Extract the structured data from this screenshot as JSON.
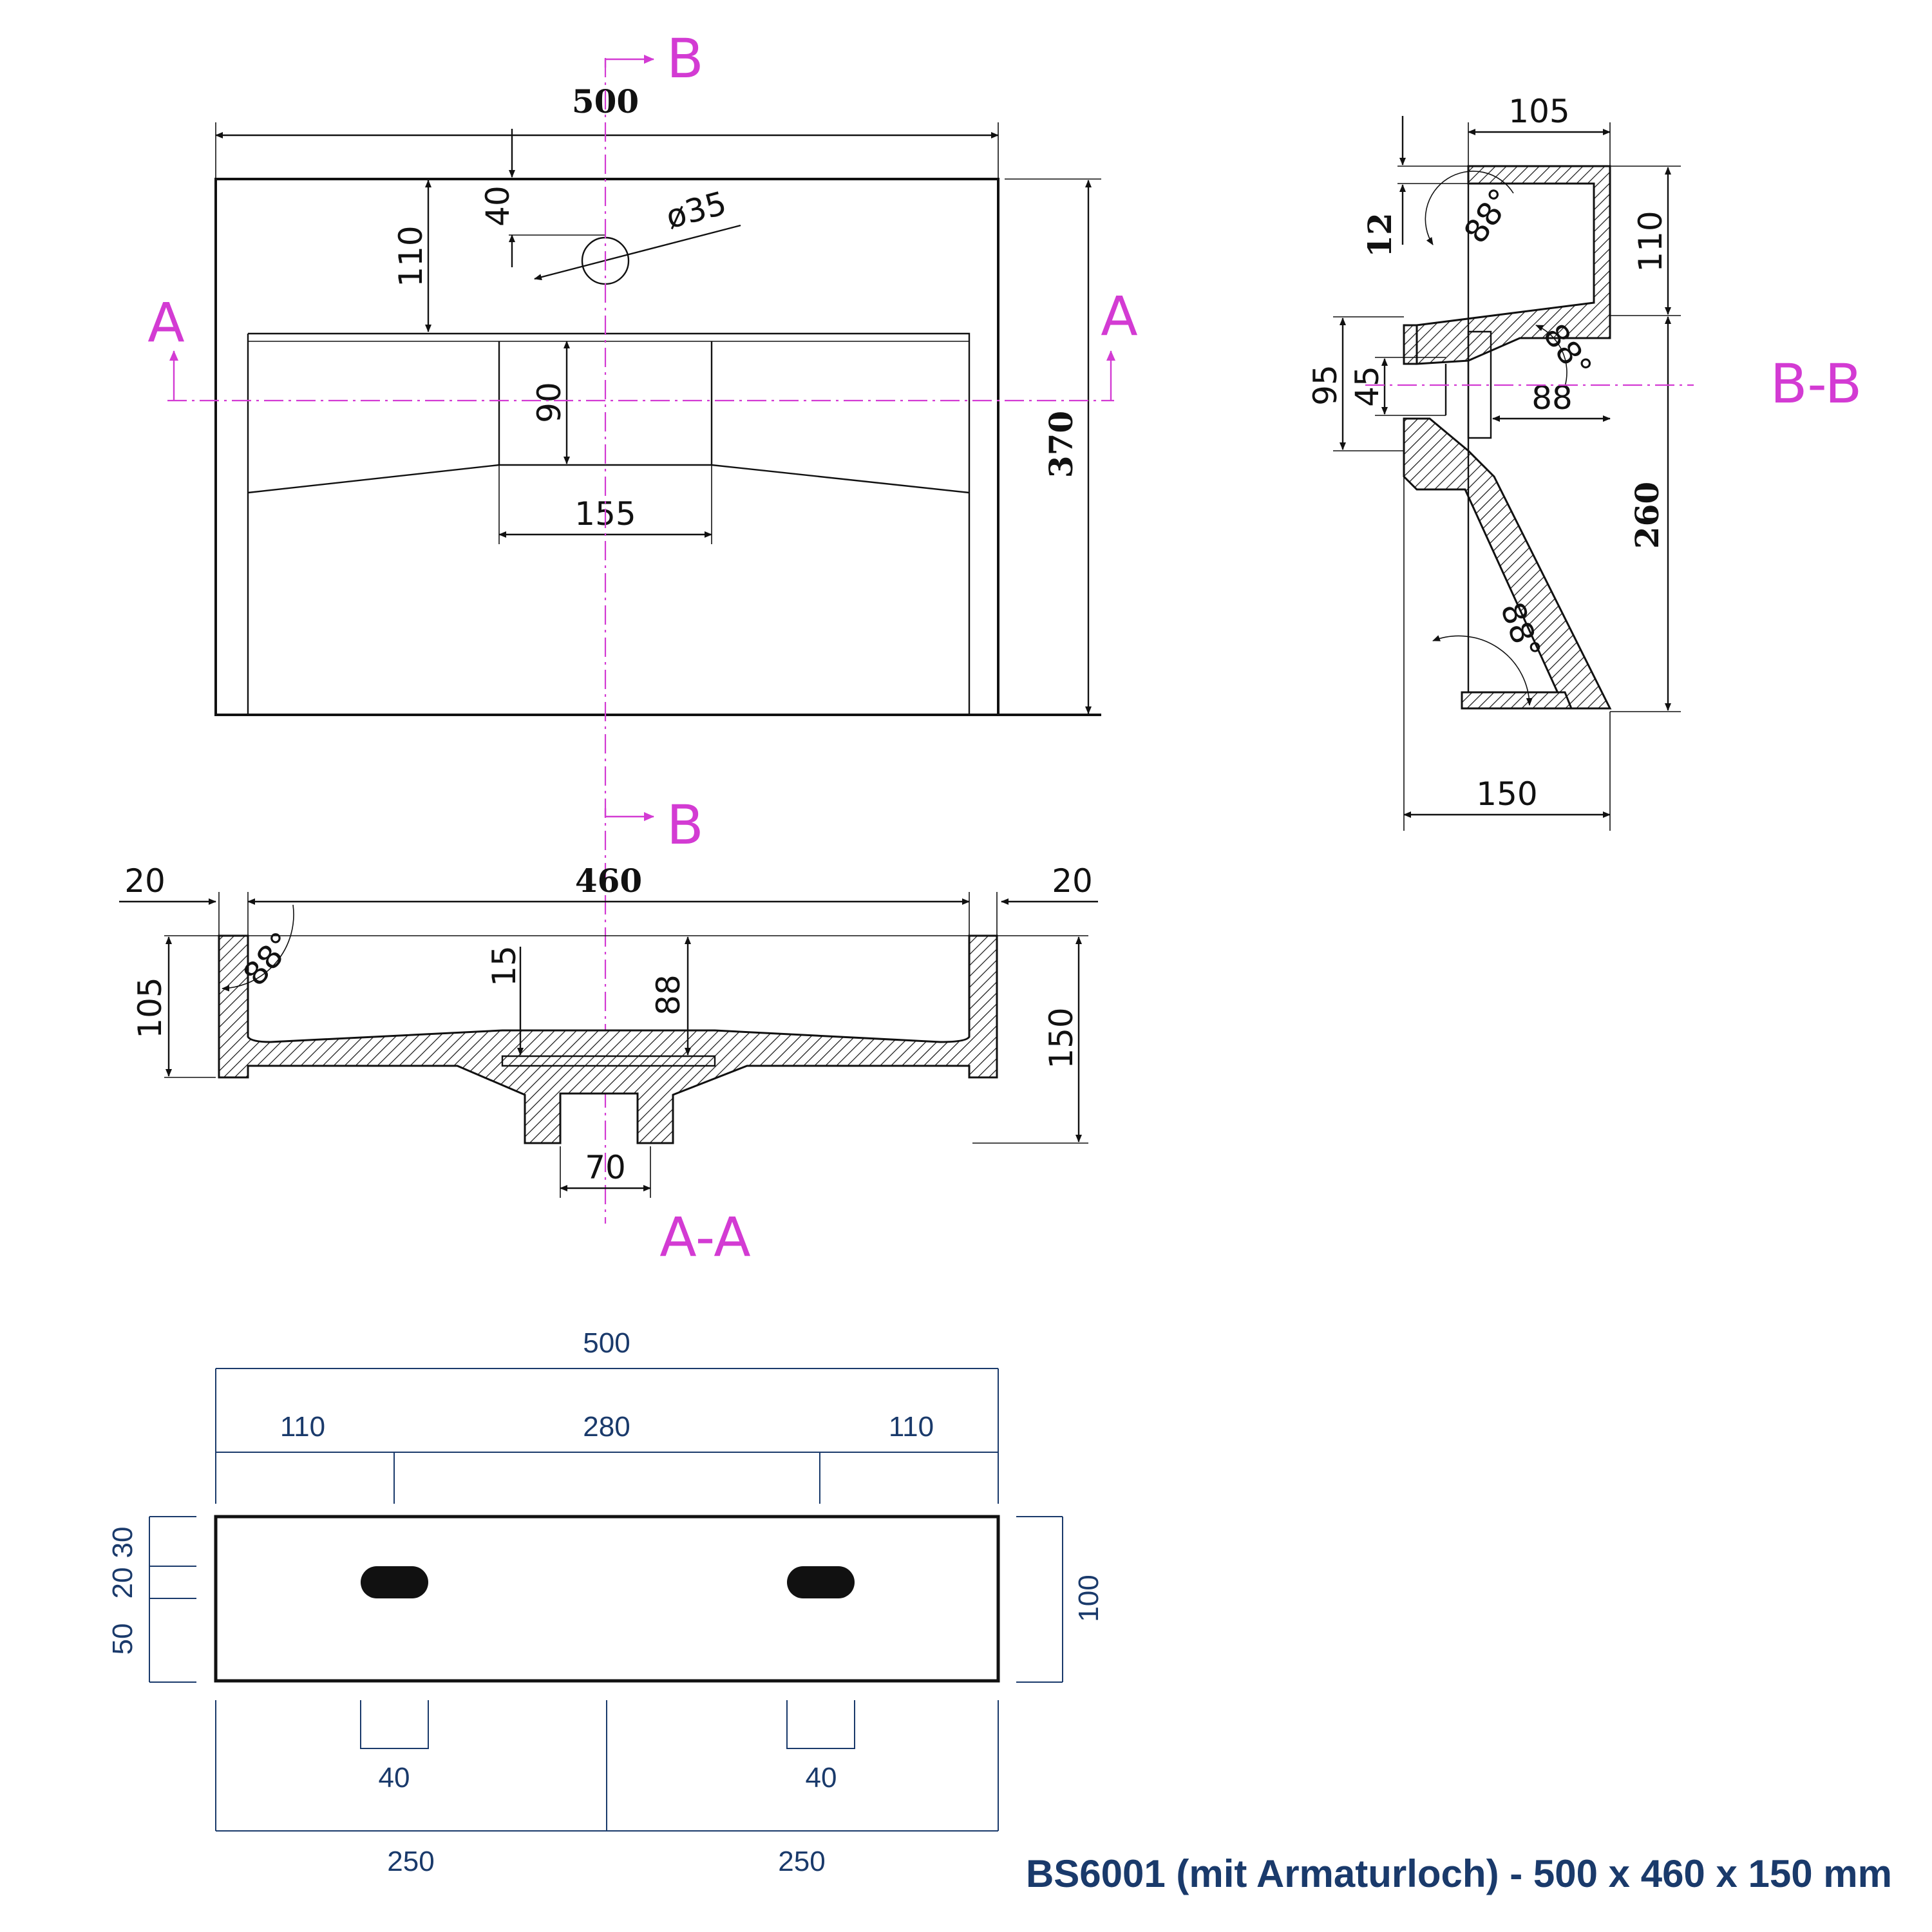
{
  "title": "BS6001 (mit Armaturloch) - 500 x 460 x 150 mm",
  "colors": {
    "section_lines": "#d33bd3",
    "plan_lines": "#1a3a6b",
    "drawing": "#111111"
  },
  "top_view": {
    "width": "500",
    "tap_offset": "40",
    "tap_hole": "ø35",
    "bowl_offset": "110",
    "depth": "370",
    "overflow_height": "90",
    "overflow_width": "155",
    "section_a": "A",
    "section_b": "B"
  },
  "section_aa": {
    "inner_width": "460",
    "wall_left": "20",
    "wall_right": "20",
    "side_height": "105",
    "total_height": "150",
    "drain_depth": "15",
    "bowl_depth": "88",
    "drain_width": "70",
    "angle": "88°",
    "label": "A-A"
  },
  "section_bb": {
    "top_width": "105",
    "rim": "12",
    "back_height": "110",
    "outlet_height": "95",
    "outlet_inner": "45",
    "outlet_depth": "88",
    "front_height": "260",
    "total_width": "150",
    "angle": "88°",
    "label": "B-B"
  },
  "bottom_plan": {
    "width": "500",
    "left_edge": "110",
    "center": "280",
    "right_edge": "110",
    "height": "100",
    "slot_offset_top": "30",
    "slot_height": "20",
    "slot_offset_bottom": "50",
    "slot_width_left": "40",
    "slot_width_right": "40",
    "half_left": "250",
    "half_right": "250"
  }
}
